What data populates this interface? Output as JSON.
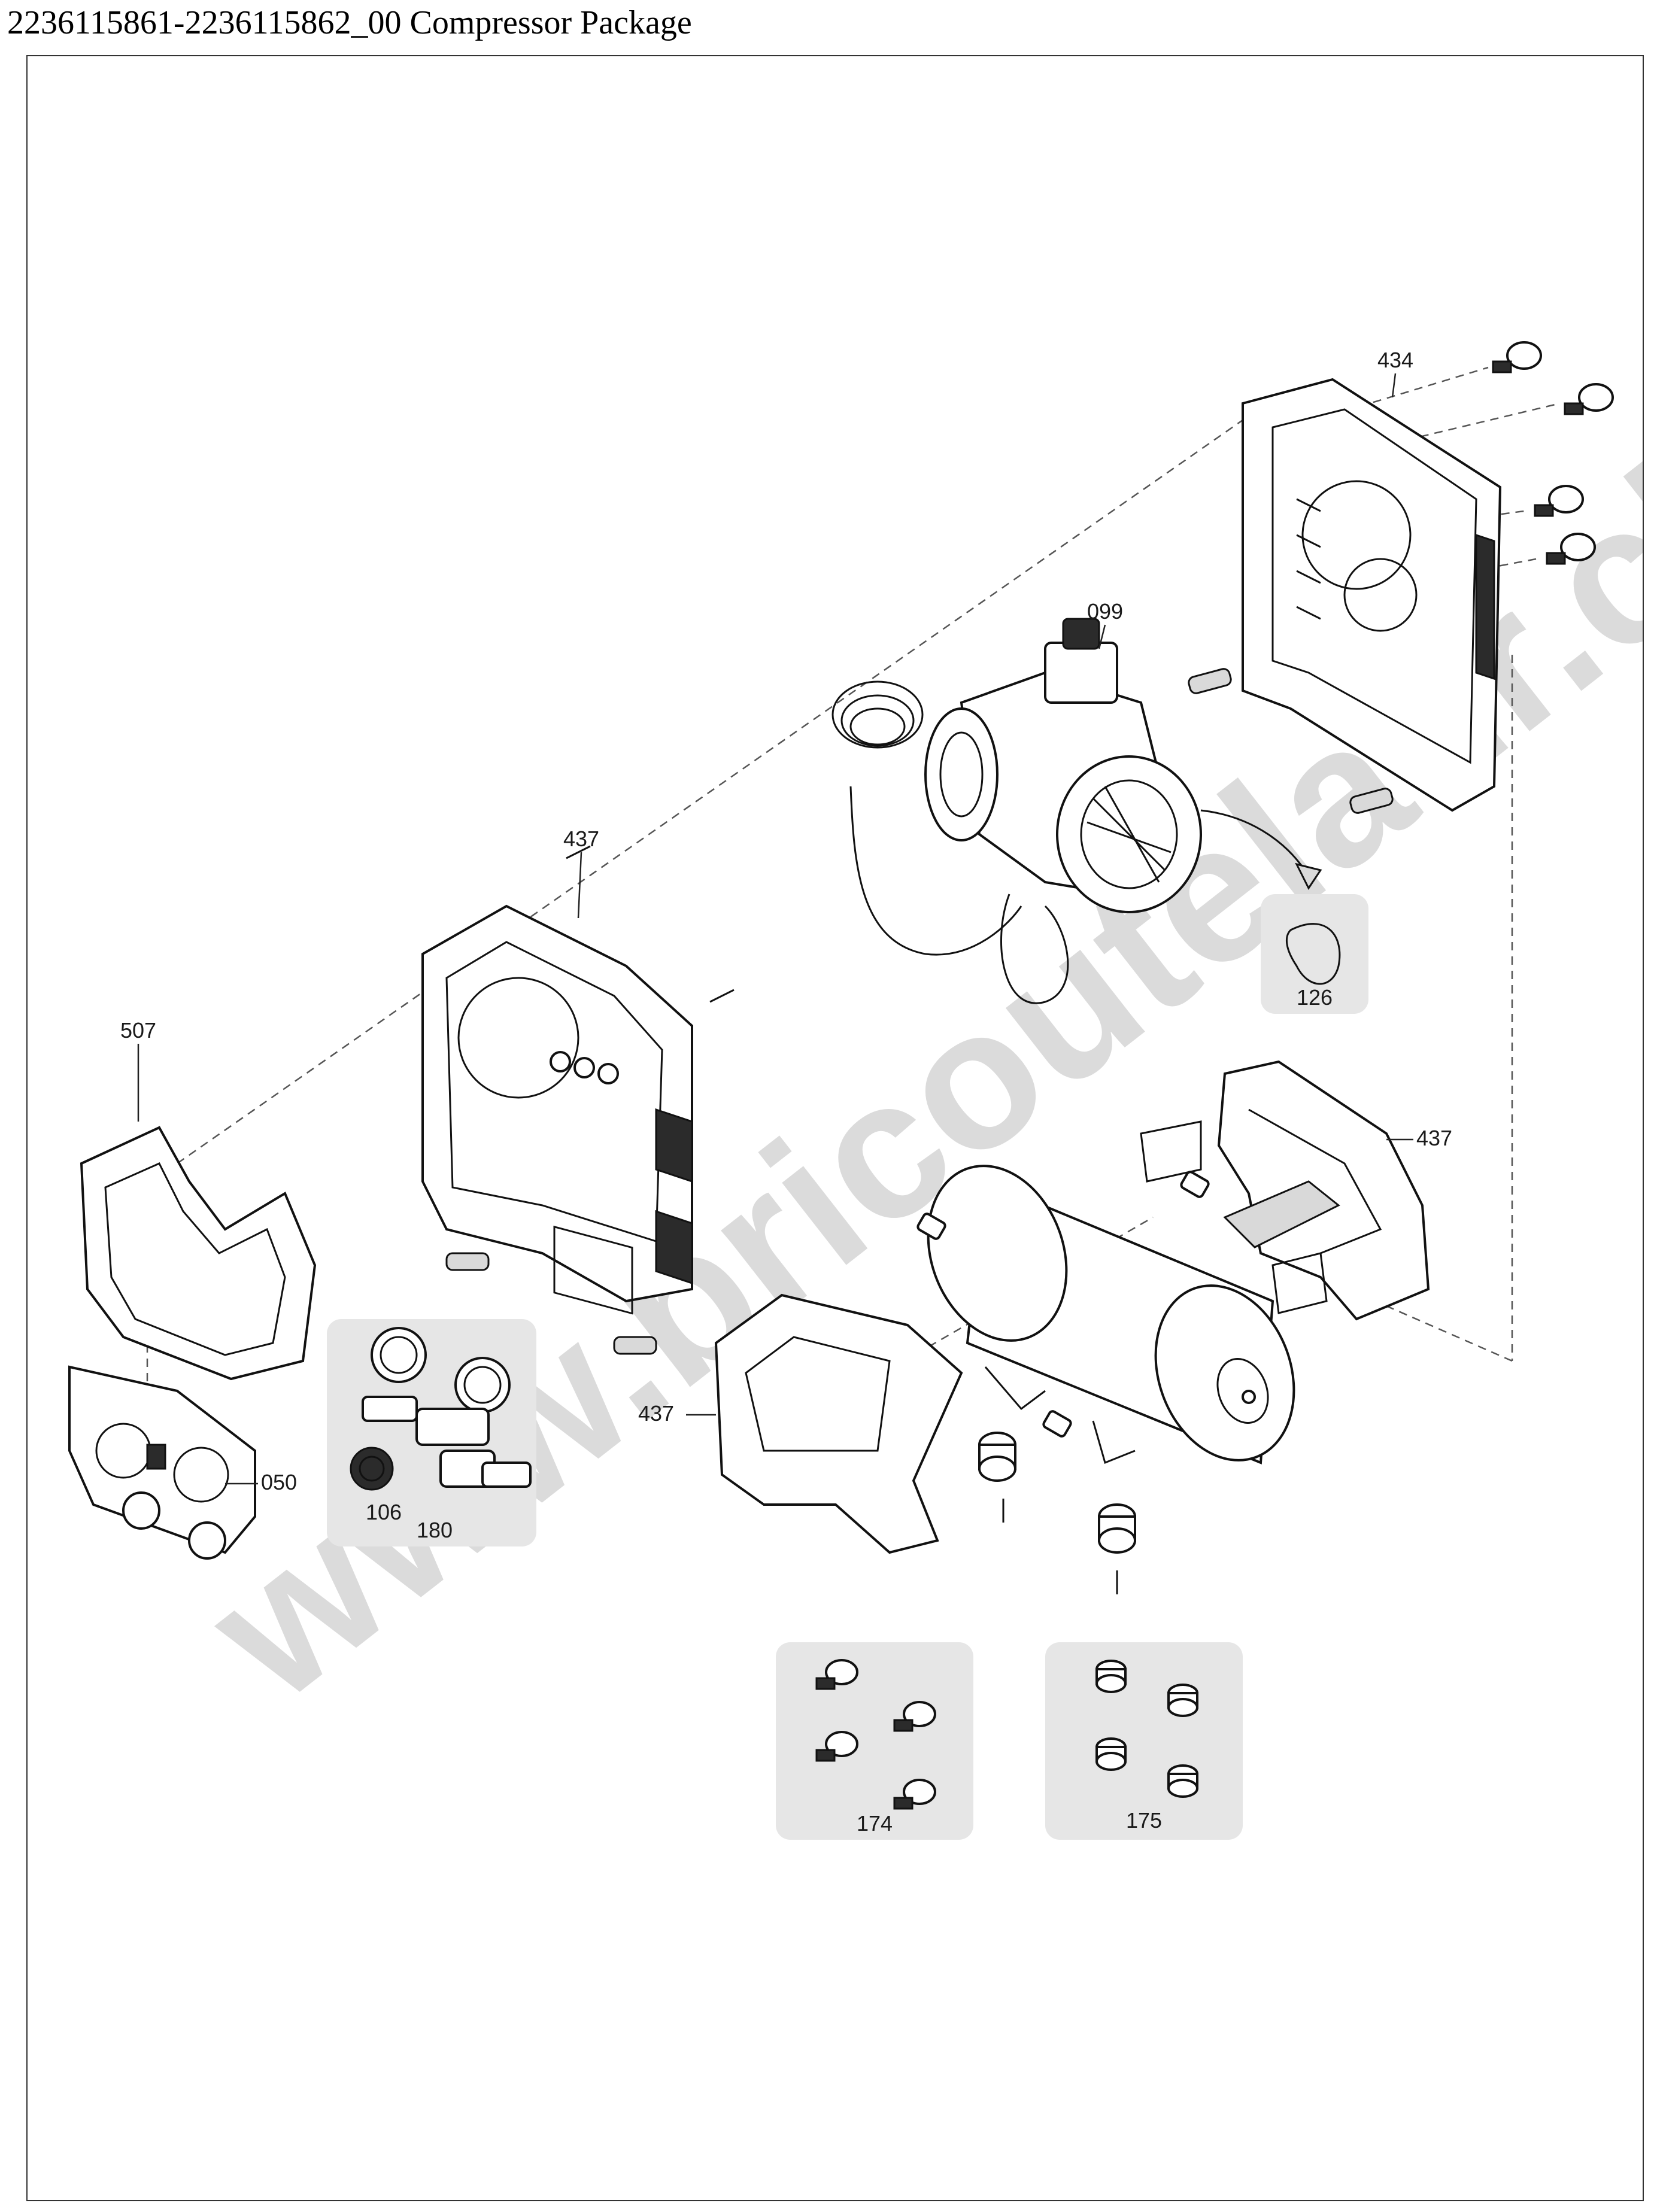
{
  "header": {
    "title": "2236115861-2236115862_00 Compressor Package"
  },
  "watermark": {
    "text": "www.bricoutelaur.ch"
  },
  "callouts": {
    "c434": "434",
    "c099": "099",
    "c437_frame": "437",
    "c437_right": "437",
    "c437_front": "437",
    "c507": "507",
    "c050": "050",
    "c126": "126",
    "c106": "106",
    "c180": "180",
    "c174": "174",
    "c175": "175"
  },
  "colors": {
    "line": "#111111",
    "inset_background": "#e6e6e6",
    "watermark": "#bdbdbd"
  }
}
